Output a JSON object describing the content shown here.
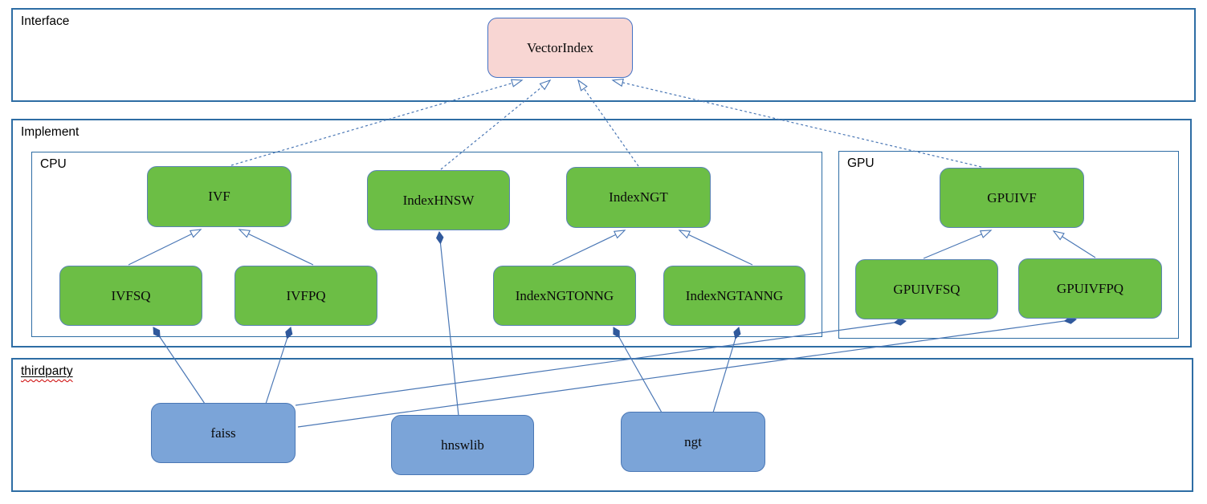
{
  "colors": {
    "container_border": "#2e6da4",
    "connector": "#4a77b5",
    "composition_diamond": "#30599c",
    "interface_node_fill": "#f8d6d3",
    "interface_node_border": "#4472c4",
    "implement_node_fill": "#6cbe45",
    "implement_node_border": "#5b84b5",
    "thirdparty_node_fill": "#7ba4d8",
    "thirdparty_node_border": "#4a77b5",
    "spellcheck_underline": "#cc0000"
  },
  "containers": {
    "interface": {
      "label": "Interface"
    },
    "implement": {
      "label": "Implement"
    },
    "cpu": {
      "label": "CPU"
    },
    "gpu": {
      "label": "GPU"
    },
    "thirdparty": {
      "label": "thirdparty"
    }
  },
  "nodes": {
    "vectorindex": {
      "label": "VectorIndex",
      "group": "interface"
    },
    "ivf": {
      "label": "IVF",
      "group": "implement-cpu"
    },
    "indexhnsw": {
      "label": "IndexHNSW",
      "group": "implement-cpu"
    },
    "indexngt": {
      "label": "IndexNGT",
      "group": "implement-cpu"
    },
    "gpuivf": {
      "label": "GPUIVF",
      "group": "implement-gpu"
    },
    "ivfsq": {
      "label": "IVFSQ",
      "group": "implement-cpu"
    },
    "ivfpq": {
      "label": "IVFPQ",
      "group": "implement-cpu"
    },
    "indexngtonng": {
      "label": "IndexNGTONNG",
      "group": "implement-cpu"
    },
    "indexngtanng": {
      "label": "IndexNGTANNG",
      "group": "implement-cpu"
    },
    "gpuivfsq": {
      "label": "GPUIVFSQ",
      "group": "implement-gpu"
    },
    "gpuivfpq": {
      "label": "GPUIVFPQ",
      "group": "implement-gpu"
    },
    "faiss": {
      "label": "faiss",
      "group": "thirdparty"
    },
    "hnswlib": {
      "label": "hnswlib",
      "group": "thirdparty"
    },
    "ngt": {
      "label": "ngt",
      "group": "thirdparty"
    }
  },
  "edges": [
    {
      "from": "IVF",
      "to": "VectorIndex",
      "type": "realization",
      "style": "dashed-open-arrow"
    },
    {
      "from": "IndexHNSW",
      "to": "VectorIndex",
      "type": "realization",
      "style": "dashed-open-arrow"
    },
    {
      "from": "IndexNGT",
      "to": "VectorIndex",
      "type": "realization",
      "style": "dashed-open-arrow"
    },
    {
      "from": "GPUIVF",
      "to": "VectorIndex",
      "type": "realization",
      "style": "dashed-open-arrow"
    },
    {
      "from": "IVFSQ",
      "to": "IVF",
      "type": "generalization",
      "style": "solid-open-arrow"
    },
    {
      "from": "IVFPQ",
      "to": "IVF",
      "type": "generalization",
      "style": "solid-open-arrow"
    },
    {
      "from": "IndexNGTONNG",
      "to": "IndexNGT",
      "type": "generalization",
      "style": "solid-open-arrow"
    },
    {
      "from": "IndexNGTANNG",
      "to": "IndexNGT",
      "type": "generalization",
      "style": "solid-open-arrow"
    },
    {
      "from": "GPUIVFSQ",
      "to": "GPUIVF",
      "type": "generalization",
      "style": "solid-open-arrow"
    },
    {
      "from": "GPUIVFPQ",
      "to": "GPUIVF",
      "type": "generalization",
      "style": "solid-open-arrow"
    },
    {
      "from": "faiss",
      "to": "IVFSQ",
      "type": "composition",
      "style": "solid-filled-diamond"
    },
    {
      "from": "faiss",
      "to": "IVFPQ",
      "type": "composition",
      "style": "solid-filled-diamond"
    },
    {
      "from": "faiss",
      "to": "GPUIVFSQ",
      "type": "composition",
      "style": "solid-filled-diamond"
    },
    {
      "from": "faiss",
      "to": "GPUIVFPQ",
      "type": "composition",
      "style": "solid-filled-diamond"
    },
    {
      "from": "hnswlib",
      "to": "IndexHNSW",
      "type": "composition",
      "style": "solid-filled-diamond"
    },
    {
      "from": "ngt",
      "to": "IndexNGTONNG",
      "type": "composition",
      "style": "solid-filled-diamond"
    },
    {
      "from": "ngt",
      "to": "IndexNGTANNG",
      "type": "composition",
      "style": "solid-filled-diamond"
    }
  ]
}
